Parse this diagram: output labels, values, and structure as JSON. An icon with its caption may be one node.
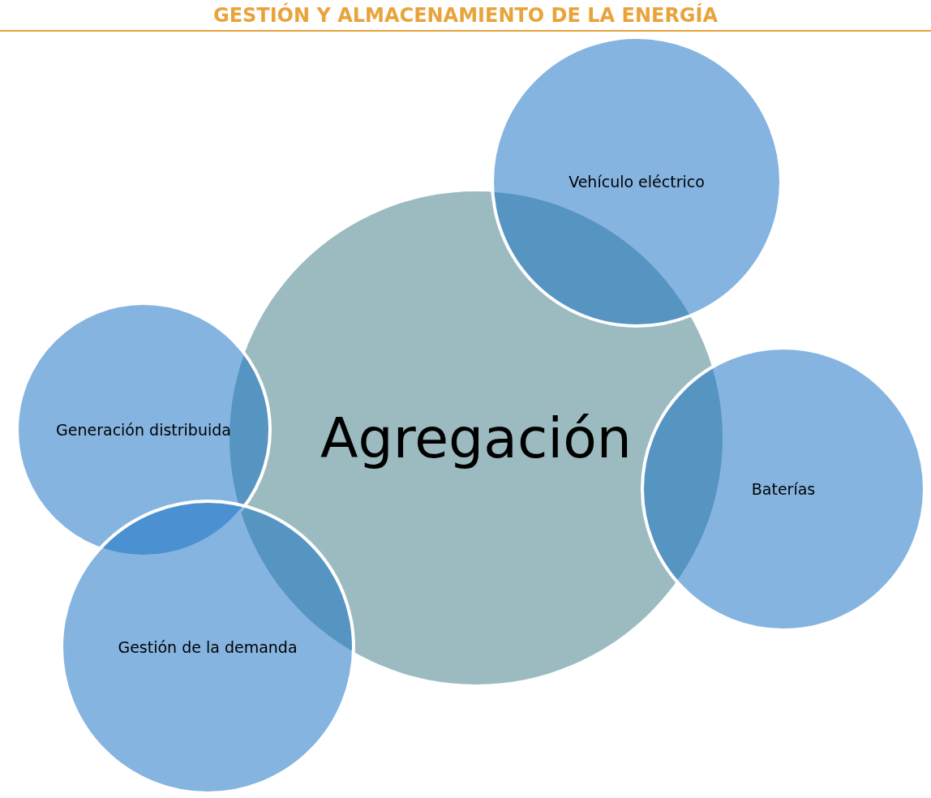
{
  "diagram": {
    "title": "GESTIÓN Y ALMACENAMIENTO DE LA ENERGÍA",
    "nodes": [
      {
        "text": [
          "Vehículo eléctrico"
        ]
      },
      {
        "text": [
          "Generación distribuida"
        ]
      },
      {
        "text": [
          "Agregación"
        ]
      },
      {
        "text": [
          "Baterías"
        ]
      },
      {
        "text": [
          "Gestión de la demanda"
        ]
      }
    ],
    "edges": []
  }
}
